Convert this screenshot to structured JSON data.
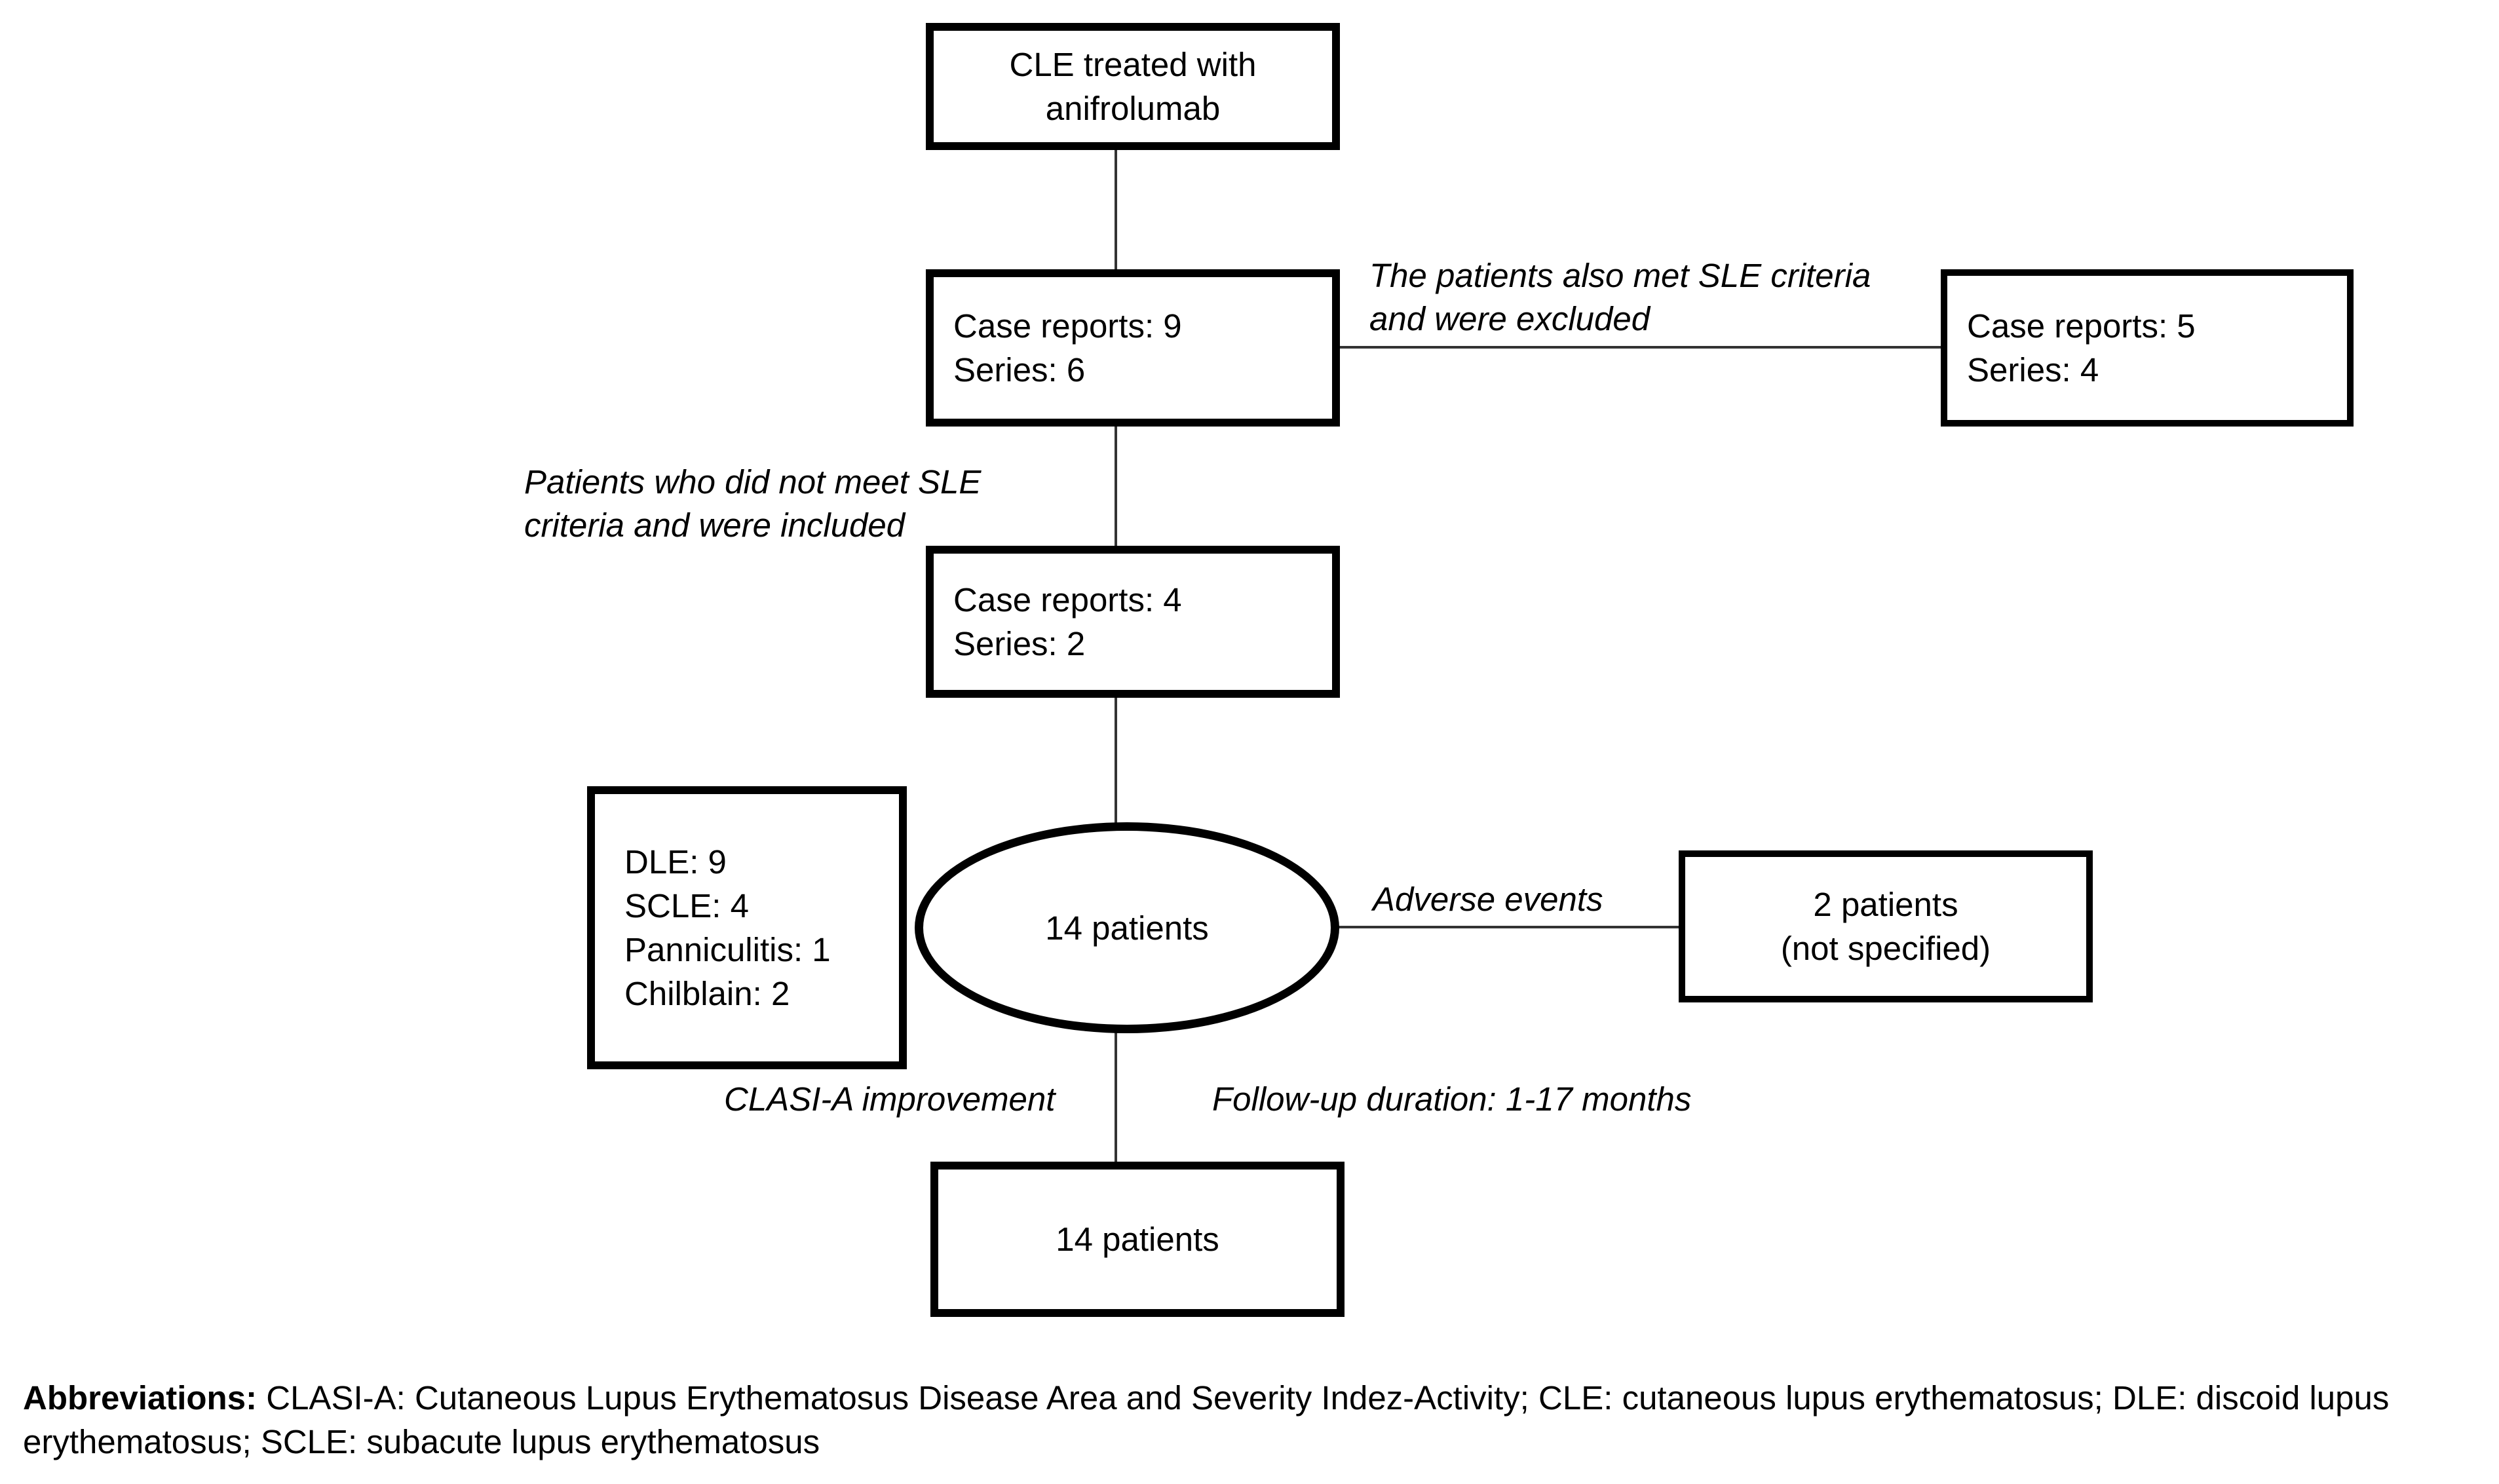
{
  "nodes": {
    "top": {
      "line1": "CLE treated with",
      "line2": "anifrolumab"
    },
    "screened": {
      "line1": "Case reports: 9",
      "line2": "Series: 6"
    },
    "excluded": {
      "line1": "Case reports: 5",
      "line2": "Series: 4"
    },
    "included": {
      "line1": "Case reports: 4",
      "line2": "Series: 2"
    },
    "subtypes": {
      "line1": "DLE: 9",
      "line2": "SCLE: 4",
      "line3": "Panniculitis: 1",
      "line4": "Chilblain: 2"
    },
    "cohort": {
      "label": "14 patients"
    },
    "adverse": {
      "line1": "2 patients",
      "line2": "(not specified)"
    },
    "outcome": {
      "label": "14 patients"
    }
  },
  "annotations": {
    "excluded_note_line1": "The patients also met SLE criteria",
    "excluded_note_line2": "and were excluded",
    "included_note_line1": "Patients who did not meet SLE",
    "included_note_line2": "criteria and were included",
    "adverse_events": "Adverse events",
    "clasi_improvement": "CLASI-A improvement",
    "followup_duration": "Follow-up duration: 1-17 months"
  },
  "footer": {
    "label": "Abbreviations:",
    "text": " CLASI-A: Cutaneous Lupus Erythematosus Disease Area and Severity Indez-Activity; CLE: cutaneous lupus erythematosus; DLE: discoid lupus erythematosus; SCLE: subacute lupus erythematosus"
  },
  "colors": {
    "background": "#ffffff",
    "box_border": "#000000",
    "connector": "#333333",
    "text": "#000000"
  }
}
